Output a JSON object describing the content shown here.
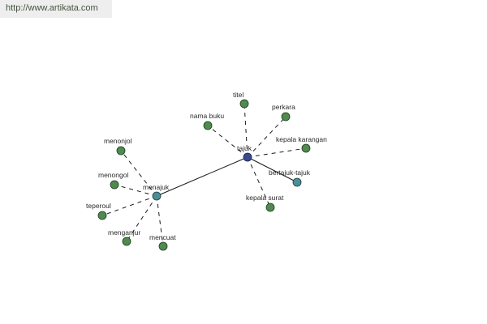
{
  "header": {
    "source_url": "http://www.artikata.com"
  },
  "graph": {
    "nodes": [
      {
        "id": "tajuk",
        "label": "tajuk",
        "kind": "hub"
      },
      {
        "id": "menajuk",
        "label": "menajuk",
        "kind": "mid"
      },
      {
        "id": "bertajuk-tajuk",
        "label": "bertajuk-tajuk",
        "kind": "mid"
      },
      {
        "id": "titel",
        "label": "titel",
        "kind": "leaf"
      },
      {
        "id": "perkara",
        "label": "perkara",
        "kind": "leaf"
      },
      {
        "id": "nama-buku",
        "label": "nama buku",
        "kind": "leaf"
      },
      {
        "id": "kepala-karangan",
        "label": "kepala karangan",
        "kind": "leaf"
      },
      {
        "id": "kepala-surat",
        "label": "kepala surat",
        "kind": "leaf"
      },
      {
        "id": "menonjol",
        "label": "menonjol",
        "kind": "leaf"
      },
      {
        "id": "menongol",
        "label": "menongol",
        "kind": "leaf"
      },
      {
        "id": "teperoul",
        "label": "teperoul",
        "kind": "leaf"
      },
      {
        "id": "menganjur",
        "label": "menganjur",
        "kind": "leaf"
      },
      {
        "id": "mencuat",
        "label": "mencuat",
        "kind": "leaf"
      }
    ],
    "edges": [
      {
        "from": "tajuk",
        "to": "menajuk",
        "style": "solid"
      },
      {
        "from": "tajuk",
        "to": "bertajuk-tajuk",
        "style": "solid"
      },
      {
        "from": "tajuk",
        "to": "titel",
        "style": "dashed"
      },
      {
        "from": "tajuk",
        "to": "perkara",
        "style": "dashed"
      },
      {
        "from": "tajuk",
        "to": "nama-buku",
        "style": "dashed"
      },
      {
        "from": "tajuk",
        "to": "kepala-karangan",
        "style": "dashed"
      },
      {
        "from": "tajuk",
        "to": "kepala-surat",
        "style": "dashed"
      },
      {
        "from": "menajuk",
        "to": "menonjol",
        "style": "dashed"
      },
      {
        "from": "menajuk",
        "to": "menongol",
        "style": "dashed"
      },
      {
        "from": "menajuk",
        "to": "teperoul",
        "style": "dashed"
      },
      {
        "from": "menajuk",
        "to": "menganjur",
        "style": "dashed"
      },
      {
        "from": "menajuk",
        "to": "mencuat",
        "style": "dashed"
      }
    ]
  },
  "colors": {
    "leaf": "#4f8a4f",
    "mid": "#4a8f96",
    "hub": "#3a4a8f"
  }
}
